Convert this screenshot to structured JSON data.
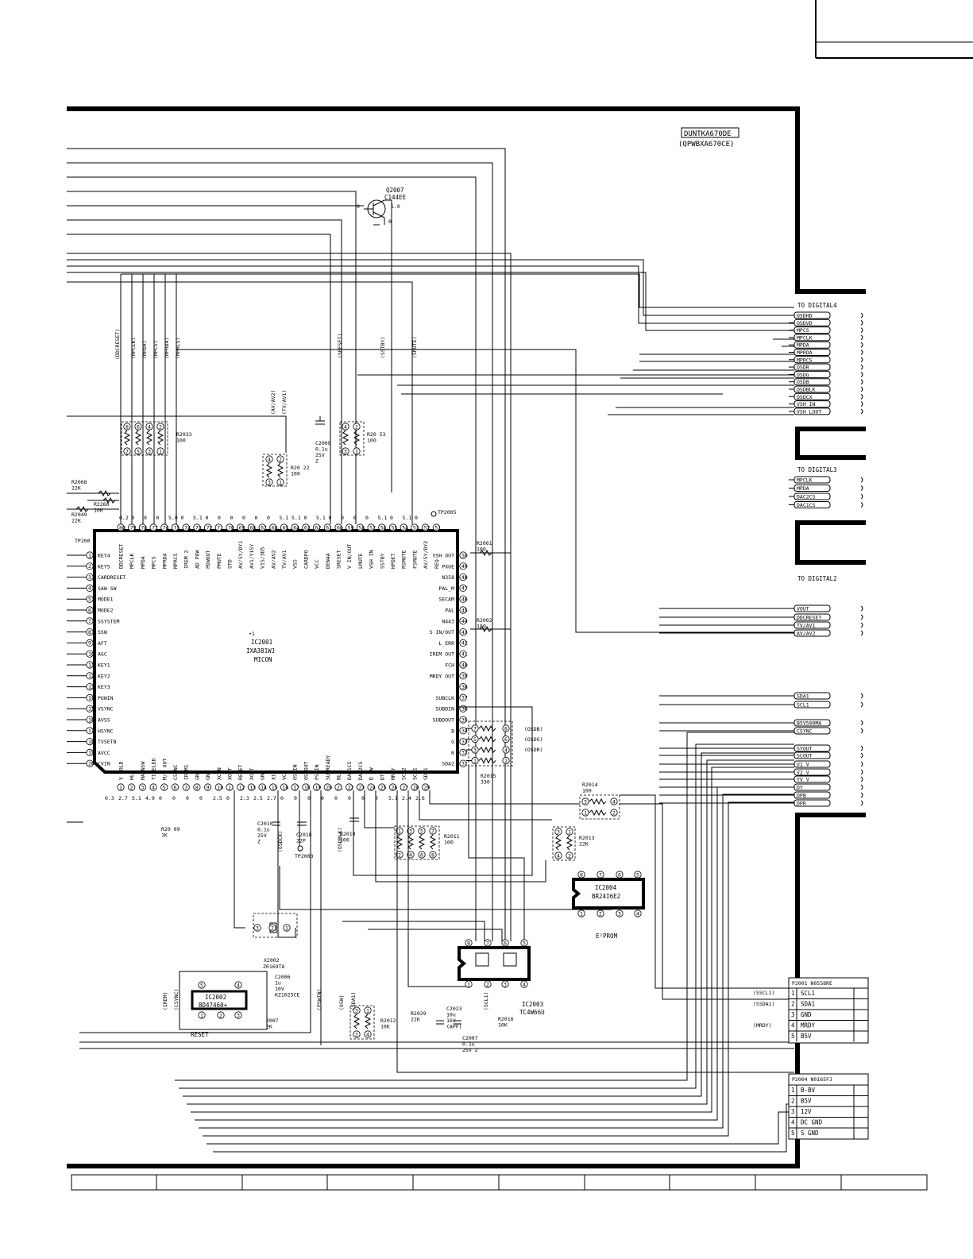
{
  "board": {
    "name": "DUNTKA670DE",
    "part": "(QPWBXA670CE)"
  },
  "transistor": {
    "ref": "Q2007",
    "part": "C144EE",
    "v_in": "0",
    "v_out": "5.0",
    "v_gnd": "0"
  },
  "ic_micon": {
    "ref": "IC2001",
    "part": "IXA381WJ",
    "label": "MICON"
  },
  "ic_eeprom": {
    "ref": "IC2004",
    "part": "BR24I6E2",
    "label": "E²PROM"
  },
  "ic_reset": {
    "ref": "IC2002",
    "part": "BD47460+",
    "label": "RESET"
  },
  "ic_switch": {
    "ref": "IC2003",
    "part": "TC4W66U"
  },
  "crystal": {
    "ref": "X2002",
    "part": "Z0169TA"
  },
  "test_points": [
    "TP2005",
    "TP2003",
    "TP200"
  ],
  "resistors": {
    "r2033": "R2033\n100",
    "r2053": "R20  53\n100",
    "r2022": "R20  22\n100",
    "r2068": "R2068\n22K",
    "r2260": "R2260\n10K",
    "r2049": "R2049\n22K",
    "r2061": "R2061\n100",
    "r2002": "R2002\n100",
    "r2015": "R2015\n330",
    "r2014": "R2014\n100",
    "r2013": "R2013\n22K",
    "r2011": "R2011\n100",
    "r2010": "R2010\n100",
    "r2009": "R20  09\n1K",
    "r2007": "R2007\n22K",
    "r2012": "R2012\n10K",
    "r2029": "R2029\n22K",
    "r2016": "R2016\n10K"
  },
  "caps": {
    "c2009": "C2009\n0.1u\n25V\nZ",
    "c2010": "C2010\n0.1u\n25V\nZ",
    "c2018": "C2018\n22P",
    "c2006": "C2006\n1u\n10V\nKZ1025CE",
    "c2023": "C2023\n10u\n16V\n(APF)",
    "c2007": "C2007\n0.1u\n25V Z"
  },
  "micon_left_pins": [
    "KEY4",
    "KEY5",
    "CARDRESET",
    "SAW SW",
    "MODE1",
    "MODE2",
    "SSYSTEM",
    "SSW",
    "AFT",
    "AGC",
    "KEY1",
    "KEY2",
    "KEY3",
    "POWIN",
    "VSYNC",
    "AVSS",
    "HSYNC",
    "TVSETB",
    "AVCC",
    "CVIN"
  ],
  "micon_top_pins": [
    "DDCRESET",
    "MPCLK",
    "MPDA",
    "MPCS",
    "MPRDA",
    "MPRCS",
    "IREM 2",
    "AD POW",
    "PDWOUT",
    "PMUTE",
    "STD",
    "AV/SY/DY1",
    "AV1/Y1SY",
    "V1S/3D5",
    "AV/AV2",
    "TV/AV1",
    "VSS",
    "CARDPO",
    "VCC",
    "DEN4A",
    "SRESET",
    "V IN/OUT",
    "LMUTE",
    "VSH IN",
    "SSTBY",
    "HPDET",
    "RSMUTE",
    "FSMUTE",
    "AV/SY/DY2",
    "REQ"
  ],
  "micon_right_pins": [
    "VSH OUT",
    "PXOE",
    "N358",
    "PAL_M",
    "SECAM",
    "PAL",
    "N443",
    "S IN/OUT",
    "L_ERR",
    "IREM OUT",
    "FCH",
    "MRDY OUT",
    "",
    "SUBCLK",
    "SUBDIN",
    "SUBDOUT",
    "B",
    "G",
    "R",
    "SDA2"
  ],
  "micon_bottom_pins": [
    "V HOLD",
    "HLF",
    "MA/NSW",
    "TIMELED",
    "M/S OUT",
    "CSYNC",
    "IREM1",
    "GND",
    "GND",
    "XCIN",
    "XOUT",
    "RESET",
    "XOUT",
    "GND",
    "XIN",
    "VCC",
    "OSCIN",
    "OSCOUT",
    "PSWIN",
    "SUBREADY",
    "BLK",
    "DAC1CS",
    "DAC2CS",
    "D SW",
    "DTV",
    "MRDY",
    "SCL2",
    "SCL1",
    "SDA1"
  ],
  "to_digital4": {
    "title": "TO DIGITAL4",
    "signals": [
      "OSDHD",
      "OSDVD",
      "MPCS",
      "MPCLK",
      "MPDA",
      "MPRDA",
      "MPRCS",
      "OSDR",
      "OSDG",
      "OSDB",
      "OSDBLK",
      "OSDCX",
      "VSH_IN",
      "VSH_LOUT"
    ]
  },
  "to_digital3": {
    "title": "TO DIGITAL3",
    "signals": [
      "MPCLK",
      "MPDA",
      "DAC2CS",
      "DAC1CS"
    ]
  },
  "to_digital2": {
    "title": "TO DIGITAL2",
    "signals": [
      "VOUT",
      "DDCRESET",
      "TV/AV1",
      "AV/AV2",
      "SDA1",
      "SCL1",
      "B5V500MA",
      "CSYNC",
      "SYOUT",
      "SCOUT",
      "V1_V",
      "V2_V",
      "TV_V",
      "DY",
      "DPB",
      "DPR"
    ]
  },
  "p2001": {
    "title": "P2001  N0558RE",
    "rows": [
      [
        "1",
        "SCL1"
      ],
      [
        "2",
        "SDA1"
      ],
      [
        "3",
        "GND"
      ],
      [
        "4",
        "MRDY"
      ],
      [
        "5",
        "B5V"
      ]
    ]
  },
  "p2004": {
    "title": "P2004  N0165FJ",
    "rows": [
      [
        "1",
        "B-BV"
      ],
      [
        "2",
        "B5V"
      ],
      [
        "3",
        "12V"
      ],
      [
        "4",
        "DC GND"
      ],
      [
        "5",
        "S GND"
      ]
    ]
  },
  "net_labels": [
    "(DDCRESET)",
    "(MPCLK)",
    "(MPDA)",
    "(MPCS)",
    "(MPRDA)",
    "(MPRCS)",
    "(SRESET)",
    "(SSTBY)",
    "(SMUTE)",
    "(AV/AV2)",
    "(TV/AV1)",
    "(OSDB)",
    "(OSDG)",
    "(OSDR)",
    "(SSCL1)",
    "(SSDA1)",
    "(MRDY)",
    "(OSDCK)",
    "(OSDBLK)",
    "(IREM)",
    "(CSYNC)",
    "(PSWIN)",
    "(OSW)",
    "(SDA1)",
    "(SCL1)"
  ],
  "voltages": {
    "top": [
      "0.2",
      "0",
      "0",
      "0",
      "5.0",
      "0",
      "5.1",
      "0",
      "0",
      "0",
      "0",
      "0",
      "0",
      "5.1",
      "5.1",
      "0",
      "5.1",
      "0",
      "0",
      "0",
      "0",
      "5.1",
      "0",
      "5.1",
      "0"
    ],
    "bottom": [
      "0.3",
      "2.7",
      "5.1",
      "4.9",
      "0",
      "0",
      "0",
      "0",
      "2.5",
      "0",
      "2.3",
      "2.5",
      "2.7",
      "0",
      "0",
      "0",
      "0",
      "0",
      "0",
      "0",
      "0",
      "5.1",
      "2.4",
      "2.6"
    ]
  }
}
